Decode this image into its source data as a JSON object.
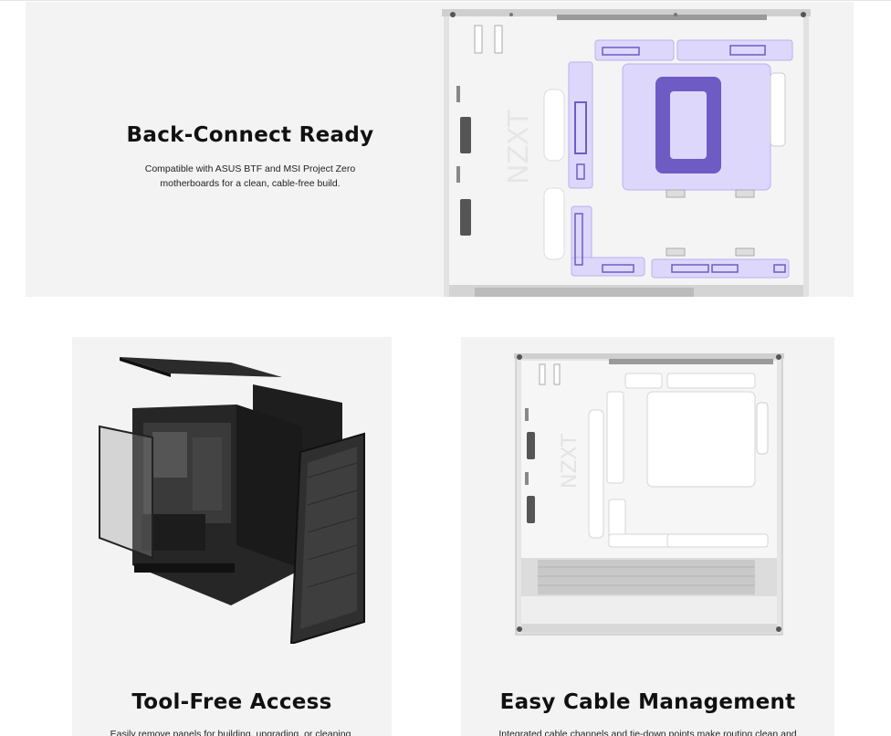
{
  "hero": {
    "title": "Back-Connect Ready",
    "description": "Compatible with ASUS BTF and MSI Project Zero motherboards for a clean, cable-free build.",
    "image_icon": "case-interior-back-connect-icon",
    "accent_color": "#6f5bc4",
    "highlight_color": "#ddd8fb"
  },
  "features": [
    {
      "title": "Tool-Free Access",
      "description": "Easily remove panels for building, upgrading, or cleaning.",
      "image_icon": "exploded-case-panels-icon"
    },
    {
      "title": "Easy Cable Management",
      "description": "Integrated cable channels and tie-down points make routing clean and",
      "image_icon": "case-rear-cable-channels-icon"
    }
  ],
  "colors": {
    "panel_bg": "#f3f3f3",
    "page_bg": "#ffffff",
    "text": "#111111"
  }
}
